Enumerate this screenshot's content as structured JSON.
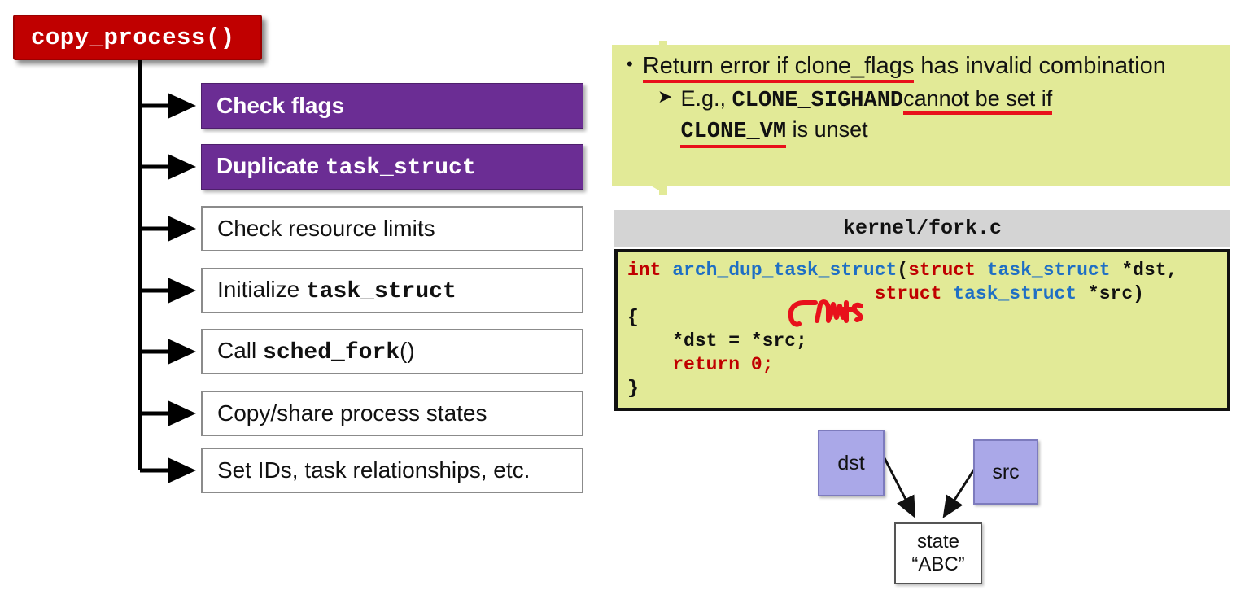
{
  "title_box": {
    "label": "copy_process()"
  },
  "steps": [
    {
      "style": "purple",
      "pre": "Check flags",
      "code": "",
      "post": ""
    },
    {
      "style": "purple",
      "pre": "Duplicate ",
      "code": "task_struct",
      "post": ""
    },
    {
      "style": "plain",
      "pre": "Check resource limits",
      "code": "",
      "post": ""
    },
    {
      "style": "plain",
      "pre": "Initialize ",
      "code": "task_struct",
      "post": ""
    },
    {
      "style": "plain",
      "pre": "Call ",
      "code": "sched_fork",
      "post": "()"
    },
    {
      "style": "plain",
      "pre": "Copy/share process states",
      "code": "",
      "post": ""
    },
    {
      "style": "plain",
      "pre": "Set IDs, task relationships, etc.",
      "code": "",
      "post": ""
    }
  ],
  "callout": {
    "bullet_marker": "•",
    "sub_marker": "➤",
    "line1_a": "Return error if clone_flags",
    "line1_b": " has invalid combination",
    "line2_a": "E.g., ",
    "line2_code": "CLONE_SIGHAND",
    "line2_b": "cannot be set if",
    "line3_code": "CLONE_VM",
    "line3_b": " is unset"
  },
  "code_panel": {
    "filename": "kernel/fork.c",
    "lines": [
      [
        {
          "t": "int ",
          "c": "kw"
        },
        {
          "t": "arch_dup_task_struct",
          "c": "id"
        },
        {
          "t": "(",
          "c": "pl"
        },
        {
          "t": "struct ",
          "c": "kw"
        },
        {
          "t": "task_struct",
          "c": "id"
        },
        {
          "t": " *dst,",
          "c": "pl"
        }
      ],
      [
        {
          "t": "                      ",
          "c": "pl"
        },
        {
          "t": "struct ",
          "c": "kw"
        },
        {
          "t": "task_struct",
          "c": "id"
        },
        {
          "t": " *src)",
          "c": "pl"
        }
      ],
      [
        {
          "t": "{",
          "c": "pl"
        }
      ],
      [
        {
          "t": "    *dst = *src;",
          "c": "pl"
        }
      ],
      [
        {
          "t": "    ",
          "c": "pl"
        },
        {
          "t": "return 0;",
          "c": "kw"
        }
      ],
      [
        {
          "t": "}",
          "c": "pl"
        }
      ]
    ],
    "annotation": "pnts"
  },
  "pointer_diagram": {
    "dst_label": "dst",
    "src_label": "src",
    "state_line1": "state",
    "state_line2": "“ABC”"
  },
  "colors": {
    "red_box": "#C00000",
    "purple_box": "#6B2D94",
    "callout_yellow": "#E2EA97",
    "code_header_gray": "#D4D4D4",
    "periwinkle": "#AAA8E8",
    "annotation_red": "#E8111B",
    "keyword_red": "#C00000",
    "identifier_blue": "#1F6FC4"
  }
}
